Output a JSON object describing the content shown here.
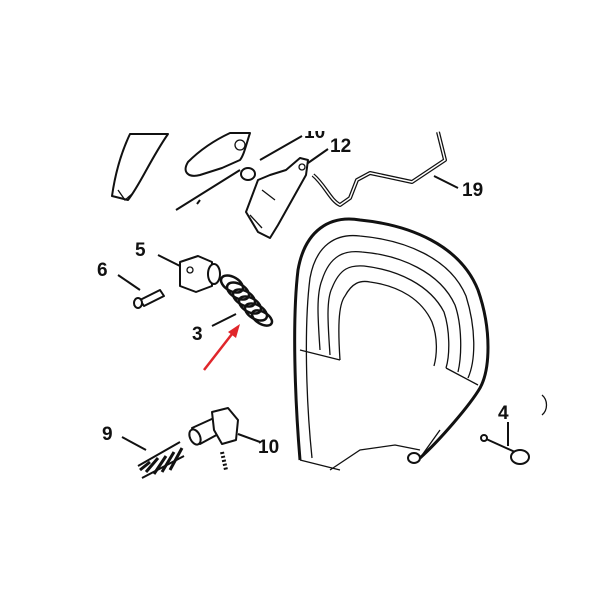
{
  "diagram": {
    "labels": {
      "part_10_top": "10",
      "part_12": "12",
      "part_19": "19",
      "part_5": "5",
      "part_6": "6",
      "part_3": "3",
      "part_4": "4",
      "part_9": "9",
      "part_10": "10"
    },
    "highlight_arrow_color": "#e0262b"
  }
}
